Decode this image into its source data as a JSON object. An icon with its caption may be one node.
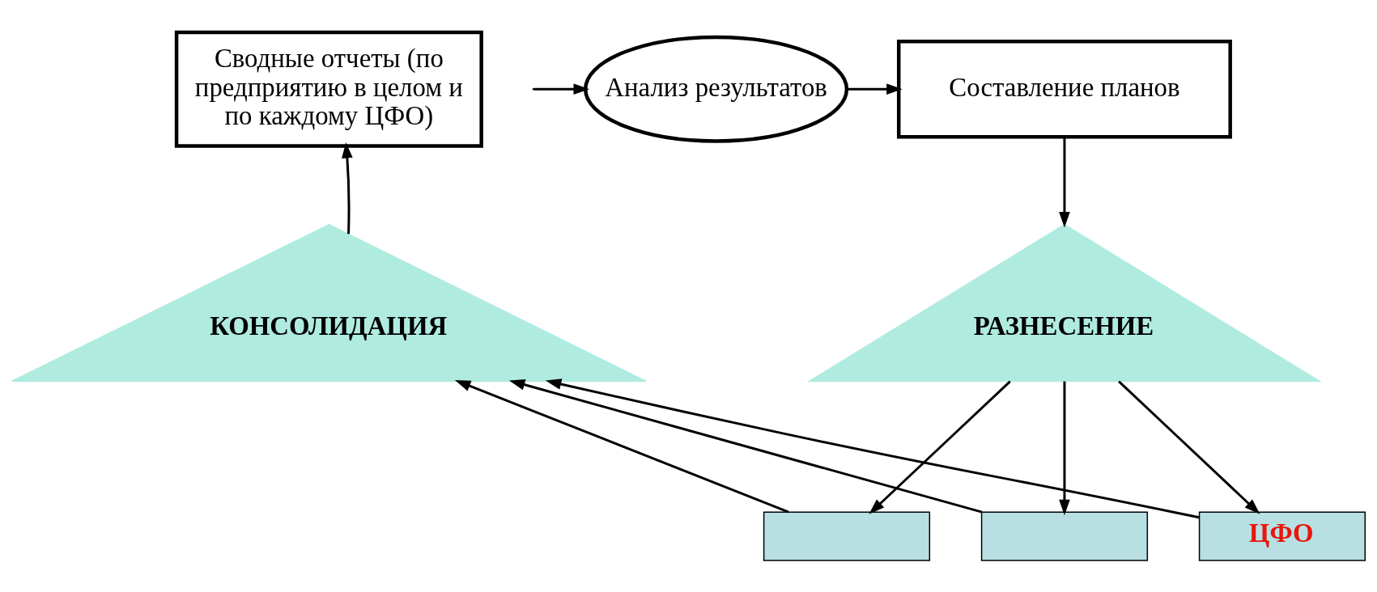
{
  "diagram": {
    "nodes": [
      {
        "text": [
          "Сводные отчеты (по предприятию в целом и по каждому ЦФО)"
        ]
      },
      {
        "text": [
          "Анализ результатов"
        ]
      },
      {
        "text": [
          "Составление планов"
        ]
      },
      {
        "text": [
          "КОНСОЛИДАЦИЯ"
        ]
      },
      {
        "text": [
          "РАЗНЕСЕНИЕ"
        ]
      },
      {
        "text": [],
        "shape": "box"
      },
      {
        "text": [],
        "shape": "box"
      },
      {
        "text": [
          "ЦФО"
        ]
      }
    ],
    "edges": [
      {
        "from": null,
        "to": 1,
        "arrow": "to"
      },
      {
        "from": 1,
        "to": 2,
        "arrow": "to"
      },
      {
        "from": 2,
        "to": 4,
        "arrow": "to"
      },
      {
        "from": 3,
        "to": 0,
        "arrow": "to"
      },
      {
        "from": 4,
        "to": 5,
        "arrow": "to"
      },
      {
        "from": 4,
        "to": 6,
        "arrow": "to"
      },
      {
        "from": 4,
        "to": 7,
        "arrow": "to"
      },
      {
        "from": 5,
        "to": 3,
        "arrow": "to"
      },
      {
        "from": 6,
        "to": 3,
        "arrow": "to"
      },
      {
        "from": 7,
        "to": 3,
        "arrow": "to"
      }
    ]
  }
}
